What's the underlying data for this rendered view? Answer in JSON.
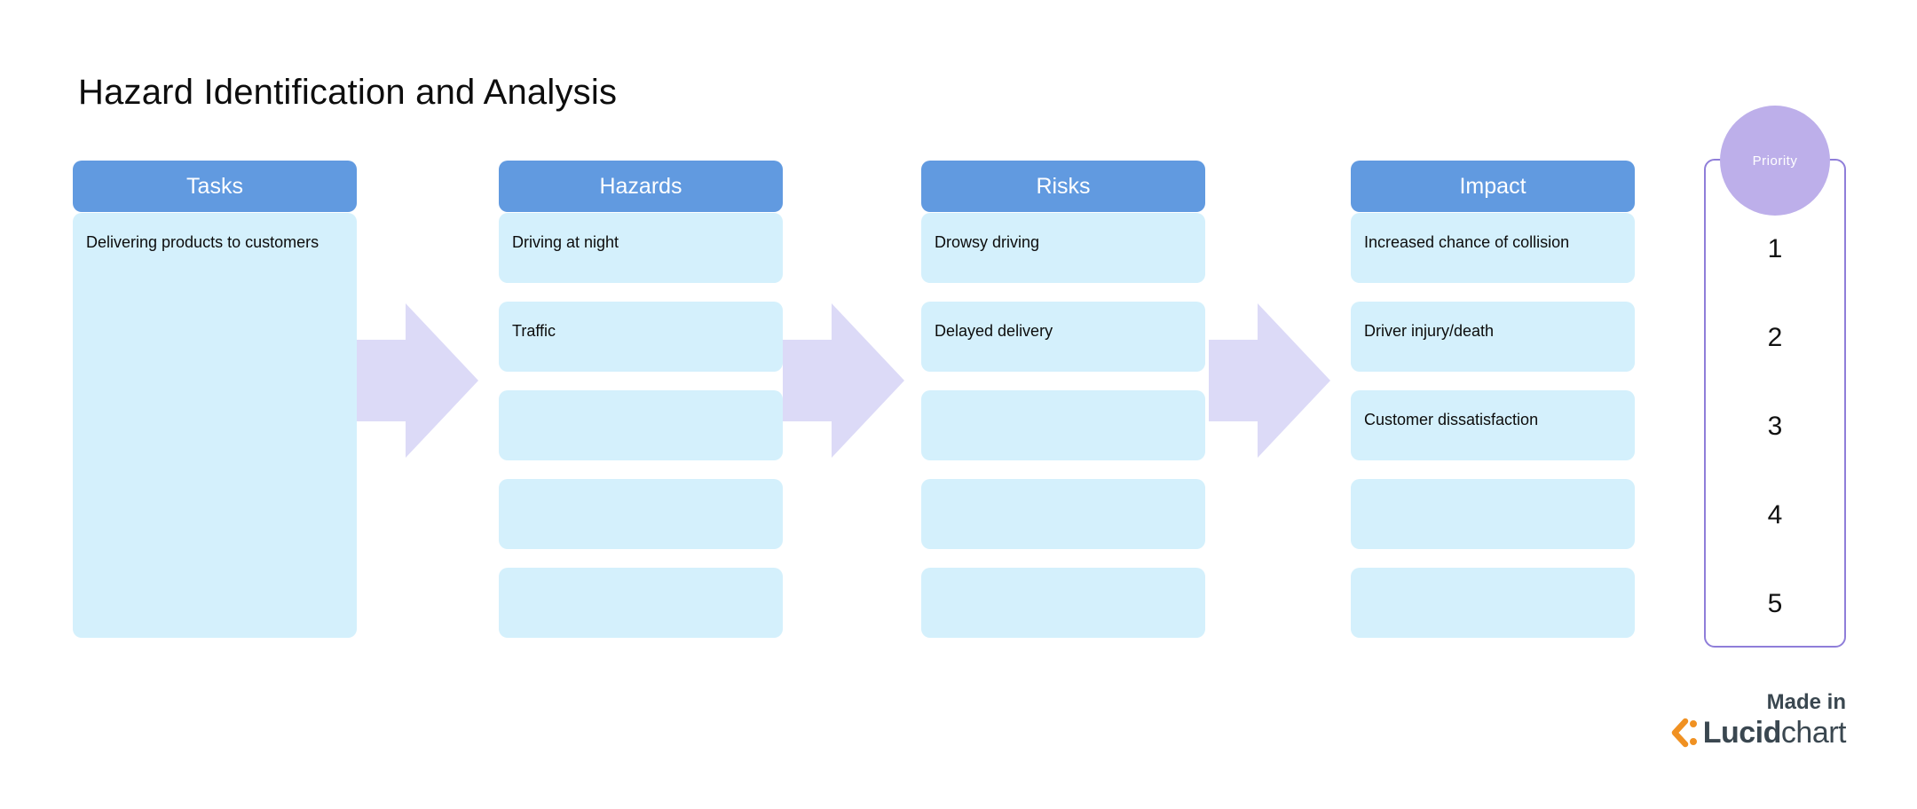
{
  "title": "Hazard Identification and Analysis",
  "columns": [
    {
      "header": "Tasks",
      "cells": [
        {
          "text": "Delivering products to customers"
        }
      ]
    },
    {
      "header": "Hazards",
      "cells": [
        {
          "text": "Driving at night"
        },
        {
          "text": "Traffic"
        },
        {
          "text": ""
        },
        {
          "text": ""
        },
        {
          "text": ""
        }
      ]
    },
    {
      "header": "Risks",
      "cells": [
        {
          "text": "Drowsy driving"
        },
        {
          "text": "Delayed delivery"
        },
        {
          "text": ""
        },
        {
          "text": ""
        },
        {
          "text": ""
        }
      ]
    },
    {
      "header": "Impact",
      "cells": [
        {
          "text": "Increased chance of collision"
        },
        {
          "text": "Driver injury/death"
        },
        {
          "text": "Customer dissatisfaction"
        },
        {
          "text": ""
        },
        {
          "text": ""
        }
      ]
    }
  ],
  "priority": {
    "label": "Priority",
    "values": [
      "1",
      "2",
      "3",
      "4",
      "5"
    ]
  },
  "badge": {
    "made_in": "Made in",
    "brand_bold": "Lucid",
    "brand_light": "chart"
  },
  "icons": {
    "block-arrow-right-icon": "light lavender block arrow pointing right",
    "lucidchart-mark-icon": "orange angle-bracket with colon dots"
  },
  "colors": {
    "header_blue": "#619ae0",
    "cell_blue": "#d4f0fc",
    "arrow_lavender": "#dcdaf7",
    "circle_lavender": "#bdafea",
    "panel_border_purple": "#8f7ed9",
    "brand_orange": "#f09122",
    "brand_dark": "#3a4750",
    "header_text": "#ffffff"
  }
}
